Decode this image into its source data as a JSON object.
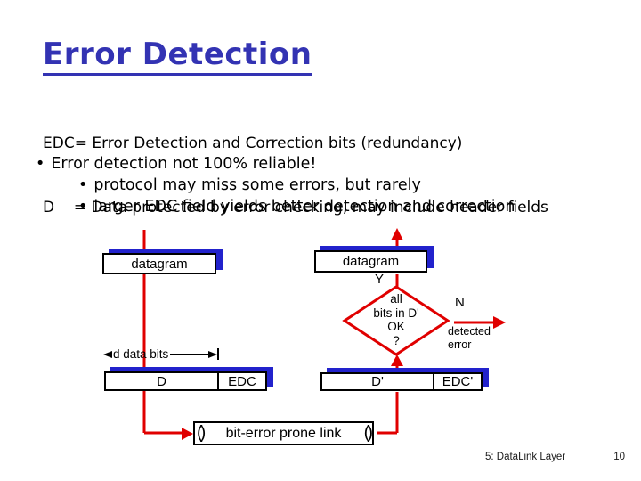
{
  "slide": {
    "title": "Error Detection",
    "intro_lines": [
      "EDC= Error Detection and Correction bits (redundancy)",
      "D    = Data protected by error checking, may include header fields"
    ],
    "bullet_glyph": "•",
    "bullets": [
      {
        "level": 1,
        "text": "Error detection not 100% reliable!"
      },
      {
        "level": 2,
        "text": "protocol may miss some errors, but rarely"
      },
      {
        "level": 2,
        "text": "larger EDC field yields better detection and correction"
      }
    ]
  },
  "diagram": {
    "sender_datagram_label": "datagram",
    "receiver_datagram_label": "datagram",
    "dimension_label": "d data bits",
    "sender_fields": [
      "D",
      "EDC"
    ],
    "receiver_fields": [
      "D'",
      "EDC'"
    ],
    "decision_lines": [
      "all",
      "bits in D'",
      "OK",
      "?"
    ],
    "yes_label": "Y",
    "no_label": "N",
    "no_result": [
      "detected",
      "error"
    ],
    "link_label": "bit-error prone link",
    "link_cap": "()"
  },
  "footer": {
    "left": "5: DataLink Layer",
    "page": "10"
  },
  "colors": {
    "title_blue": "#3333b3",
    "shadow_blue": "#2222cc",
    "accent_red": "#e00000"
  }
}
